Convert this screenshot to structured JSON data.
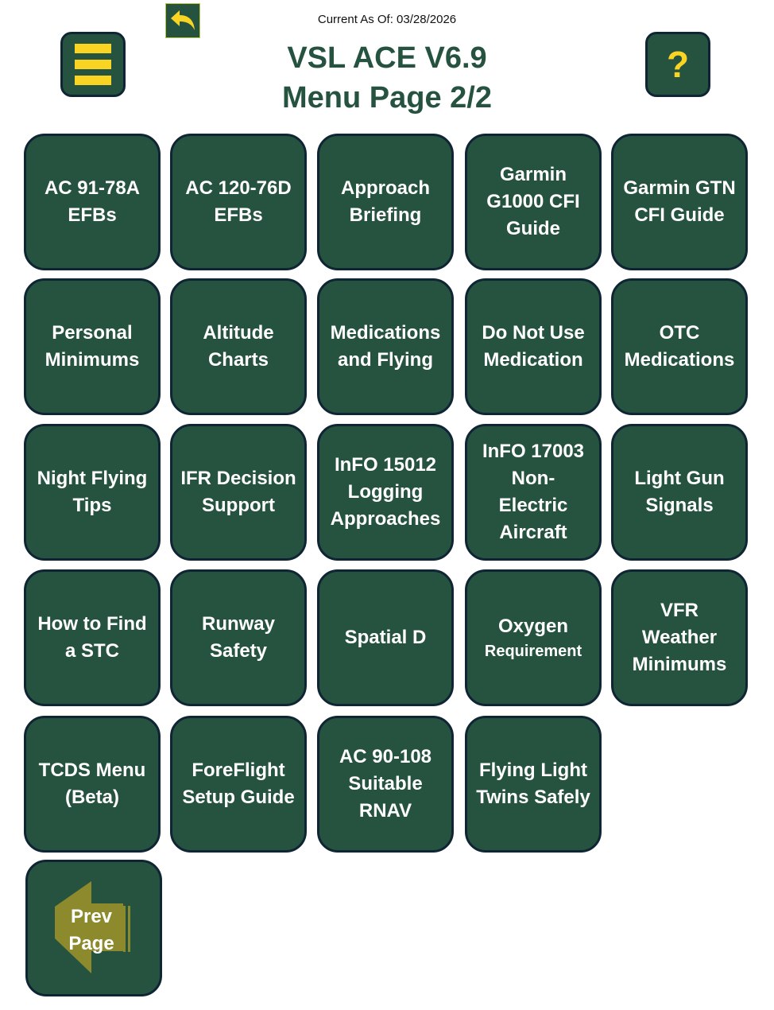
{
  "header": {
    "current_as_of": "Current As Of: 03/28/2026",
    "title_line1": "VSL ACE V6.9",
    "title_line2": "Menu Page 2/2",
    "help_label": "?"
  },
  "colors": {
    "tile_bg": "#265340",
    "tile_border": "#0f2533",
    "accent_yellow": "#f9d423",
    "title_green": "#265340",
    "arrow_olive": "#8c8a2c"
  },
  "icons": {
    "back": "reply-arrow-icon",
    "menu": "hamburger-menu-icon",
    "help": "question-mark-icon",
    "prev": "left-arrow-icon"
  },
  "tiles": [
    {
      "line1": "AC 91-78A",
      "line2": "EFBs"
    },
    {
      "line1": "AC 120-76D",
      "line2": "EFBs"
    },
    {
      "line1": "Approach",
      "line2": "Briefing"
    },
    {
      "line1": "Garmin",
      "line2": "G1000 CFI",
      "line3": "Guide"
    },
    {
      "line1": "Garmin GTN",
      "line2": "CFI Guide"
    },
    {
      "line1": "Personal",
      "line2": "Minimums"
    },
    {
      "line1": "Altitude",
      "line2": "Charts"
    },
    {
      "line1": "Medications",
      "line2": "and Flying"
    },
    {
      "line1": "Do Not Use",
      "line2": "Medication"
    },
    {
      "line1": "OTC",
      "line2": "Medications"
    },
    {
      "line1": "Night Flying",
      "line2": "Tips"
    },
    {
      "line1": "IFR Decision",
      "line2": "Support"
    },
    {
      "line1": "InFO 15012",
      "line2": "Logging",
      "line3": "Approaches"
    },
    {
      "line1": "InFO 17003",
      "line2": "Non-",
      "line3": "Electric",
      "line4": "Aircraft"
    },
    {
      "line1": "Light Gun",
      "line2": "Signals"
    },
    {
      "line1": "How to Find",
      "line2": "a STC"
    },
    {
      "line1": "Runway",
      "line2": "Safety"
    },
    {
      "line1": "Spatial D"
    },
    {
      "line1": "Oxygen",
      "sub": "Requirement"
    },
    {
      "line1": "VFR",
      "line2": "Weather",
      "line3": "Minimums"
    },
    {
      "line1": "TCDS Menu",
      "line2": "(Beta)"
    },
    {
      "line1": "ForeFlight",
      "line2": "Setup Guide"
    },
    {
      "line1": "AC 90-108",
      "line2": "Suitable",
      "line3": "RNAV"
    },
    {
      "line1": "Flying Light",
      "line2": "Twins Safely"
    }
  ],
  "prev_page": {
    "line1": "Prev",
    "line2": "Page"
  }
}
